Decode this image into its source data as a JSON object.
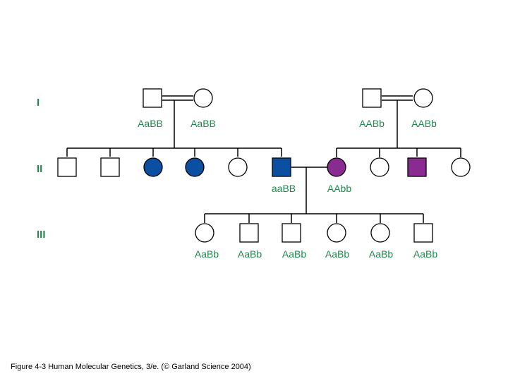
{
  "colors": {
    "label_green": "#1f8a4c",
    "line": "#000000",
    "affected_blue": "#0a4fa0",
    "affected_purple": "#8a2b92",
    "unaffected": "#ffffff"
  },
  "generations": [
    "I",
    "II",
    "III"
  ],
  "pedigree": {
    "gen1": [
      {
        "sex": "male",
        "status": "unaffected",
        "genotype": "AaBB"
      },
      {
        "sex": "female",
        "status": "unaffected",
        "genotype": "AaBB"
      },
      {
        "sex": "male",
        "status": "unaffected",
        "genotype": "AABb"
      },
      {
        "sex": "female",
        "status": "unaffected",
        "genotype": "AABb"
      }
    ],
    "gen2": [
      {
        "sex": "male",
        "status": "unaffected",
        "genotype": ""
      },
      {
        "sex": "male",
        "status": "unaffected",
        "genotype": ""
      },
      {
        "sex": "female",
        "status": "affected-blue",
        "genotype": ""
      },
      {
        "sex": "female",
        "status": "affected-blue",
        "genotype": ""
      },
      {
        "sex": "female",
        "status": "unaffected",
        "genotype": ""
      },
      {
        "sex": "male",
        "status": "affected-blue",
        "genotype": "aaBB"
      },
      {
        "sex": "female",
        "status": "affected-purple",
        "genotype": "AAbb"
      },
      {
        "sex": "female",
        "status": "unaffected",
        "genotype": ""
      },
      {
        "sex": "male",
        "status": "affected-purple",
        "genotype": ""
      },
      {
        "sex": "female",
        "status": "unaffected",
        "genotype": ""
      }
    ],
    "gen3": [
      {
        "sex": "female",
        "status": "unaffected",
        "genotype": "AaBb"
      },
      {
        "sex": "male",
        "status": "unaffected",
        "genotype": "AaBb"
      },
      {
        "sex": "male",
        "status": "unaffected",
        "genotype": "AaBb"
      },
      {
        "sex": "female",
        "status": "unaffected",
        "genotype": "AaBb"
      },
      {
        "sex": "female",
        "status": "unaffected",
        "genotype": "AaBb"
      },
      {
        "sex": "male",
        "status": "unaffected",
        "genotype": "AaBb"
      }
    ]
  },
  "caption": "Figure 4-3  Human Molecular Genetics, 3/e.  (© Garland Science 2004)"
}
